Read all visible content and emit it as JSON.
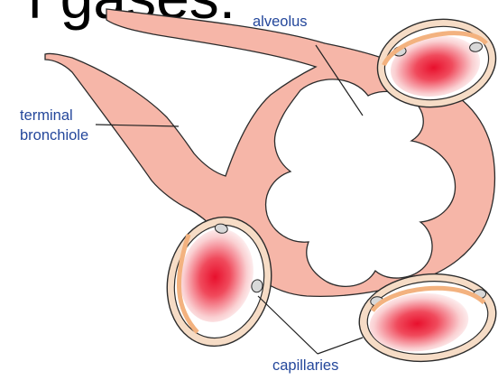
{
  "heading_fragment": "f gases:",
  "labels": {
    "alveolus": "alveolus",
    "terminal": "terminal",
    "bronchiole": "bronchiole",
    "capillaries": "capillaries"
  },
  "colors": {
    "label_text": "#24479b",
    "tissue_fill": "#f6b6a8",
    "tissue_outline": "#2b2b2b",
    "capillary_outer": "#f6dcc6",
    "capillary_wall": "#f3b27f",
    "blood_core": "#e8102d",
    "leader_line": "#222222"
  }
}
